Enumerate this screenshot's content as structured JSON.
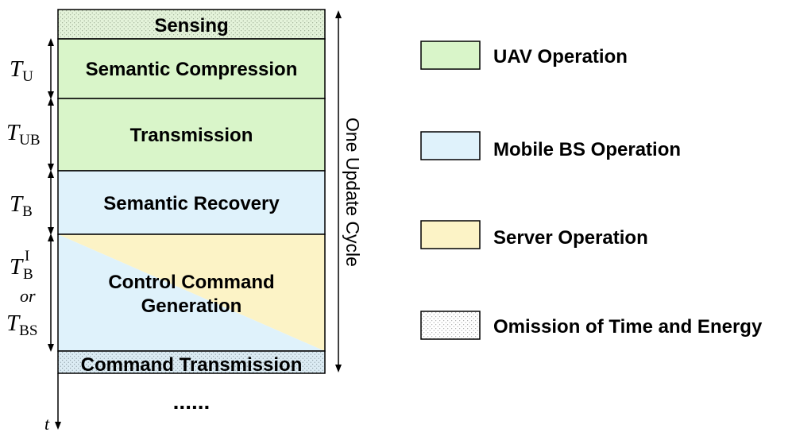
{
  "blocks": {
    "sensing": "Sensing",
    "compression": "Semantic Compression",
    "transmission": "Transmission",
    "recovery": "Semantic Recovery",
    "control_line1": "Control Command",
    "control_line2": "Generation",
    "command_tx": "Command Transmission"
  },
  "time_labels": {
    "tu": {
      "main": "T",
      "sub": "U"
    },
    "tub": {
      "main": "T",
      "sub": "UB"
    },
    "tb": {
      "main": "T",
      "sub": "B"
    },
    "tbi": {
      "main": "T",
      "sub": "B",
      "sup": "I"
    },
    "or": "or",
    "tbs": {
      "main": "T",
      "sub": "BS"
    }
  },
  "cycle_label": "One Update Cycle",
  "ellipsis": "......",
  "time_axis_label": "t",
  "legend": [
    {
      "label": "UAV Operation",
      "color": "#d9f5c9"
    },
    {
      "label": "Mobile BS Operation",
      "color": "#dff2fb"
    },
    {
      "label": "Server Operation",
      "color": "#fcf3c6"
    },
    {
      "label": "Omission of Time and Energy",
      "color": "dotted"
    }
  ],
  "colors": {
    "uav": "#d9f5c9",
    "bs": "#dff2fb",
    "server": "#fcf3c6",
    "sensing_bg": "#e4f3da",
    "command_bg": "#dcecf4"
  }
}
